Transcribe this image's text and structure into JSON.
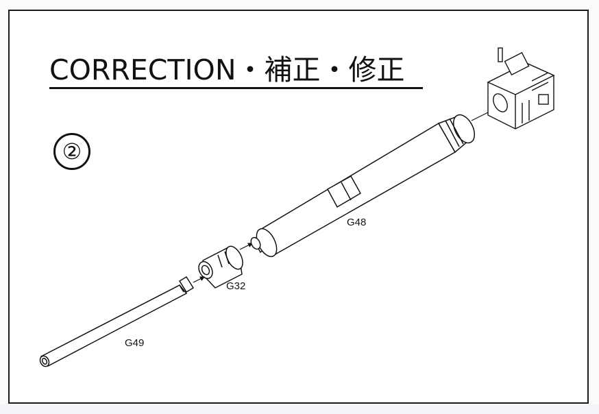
{
  "title": "CORRECTION・補正・修正",
  "step_number": "②",
  "parts": {
    "barrel": "G49",
    "coupler": "G32",
    "outer_tube": "G48"
  }
}
